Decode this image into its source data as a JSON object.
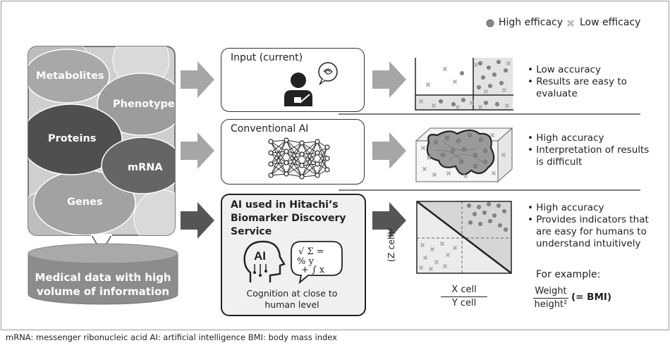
{
  "legend": {
    "high": "High efficacy",
    "low": "Low efficacy",
    "high_color": "#888888",
    "low_color": "#bbbbbb"
  },
  "left": {
    "ellipses": {
      "metabolites": "Metabolites",
      "phenotype": "Phenotype",
      "proteins": "Proteins",
      "mrna": "mRNA",
      "genes": "Genes"
    },
    "cylinder_line1": "Medical data with high",
    "cylinder_line2": "volume of information"
  },
  "rows": [
    {
      "title": "Input (current)",
      "bullets": [
        "Low accuracy",
        "Results are easy to evaluate"
      ]
    },
    {
      "title": "Conventional AI",
      "bullets": [
        "High accuracy",
        "Interpretation of results is difficult"
      ]
    },
    {
      "title_line1": "AI used in Hitachi’s",
      "title_line2": "Biomarker Discovery",
      "title_line3": "Service",
      "ai_label": "AI",
      "caption_line1": "Cognition at close to",
      "caption_line2": "human level",
      "bullets": [
        "High accuracy",
        "Provides indicators that are easy for humans to understand intuitively"
      ],
      "example": "For example:",
      "frac_num": "Weight",
      "frac_den": "height²",
      "frac_eq": "(= BMI)",
      "y_axis": "(Z cell)²",
      "x_num": "X cell",
      "x_den": "Y cell"
    }
  ],
  "footer": "mRNA: messenger ribonucleic acid   AI: artificial intelligence   BMI: body mass index"
}
